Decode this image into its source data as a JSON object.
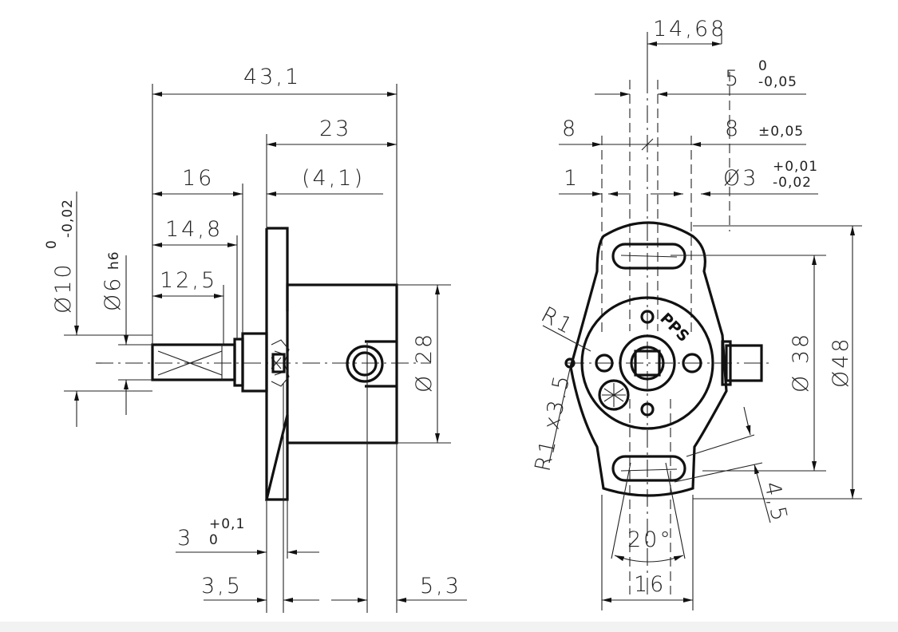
{
  "side_view": {
    "dim_overall": "43,1",
    "dim_body": "23",
    "dim_shaft_16": "16",
    "dim_ref": "(4,1)",
    "dim_14_8": "14,8",
    "dim_12_5": "12,5",
    "dim_dia10": "Ø10",
    "dim_dia10_tol_upper": "0",
    "dim_dia10_tol_lower": "-0,02",
    "dim_dia6": "Ø6",
    "dim_dia6_fit": "h6",
    "dim_dia28": "Ø 28",
    "dim_flange": "3",
    "dim_flange_tol_upper": "+0,1",
    "dim_flange_tol_lower": "0",
    "dim_3_5": "3,5",
    "dim_5_3": "5,3"
  },
  "front_view": {
    "dim_14_68": "14,68",
    "dim_5": "5",
    "dim_5_tol_upper": "0",
    "dim_5_tol_lower": "-0,05",
    "dim_8_left": "8",
    "dim_8_right": "8",
    "dim_8_tol": "±0,05",
    "dim_1": "1",
    "dim_dia3": "Ø3",
    "dim_dia3_tol_upper": "+0,01",
    "dim_dia3_tol_lower": "-0,02",
    "dim_r1_top": "R1",
    "dim_r1_x3_5": "R1 x3.5",
    "dim_dia38": "Ø 38",
    "dim_dia48": "Ø48",
    "dim_4_5": "4,5",
    "dim_angle": "20°",
    "dim_16": "16",
    "brand_logo": "PPS"
  }
}
